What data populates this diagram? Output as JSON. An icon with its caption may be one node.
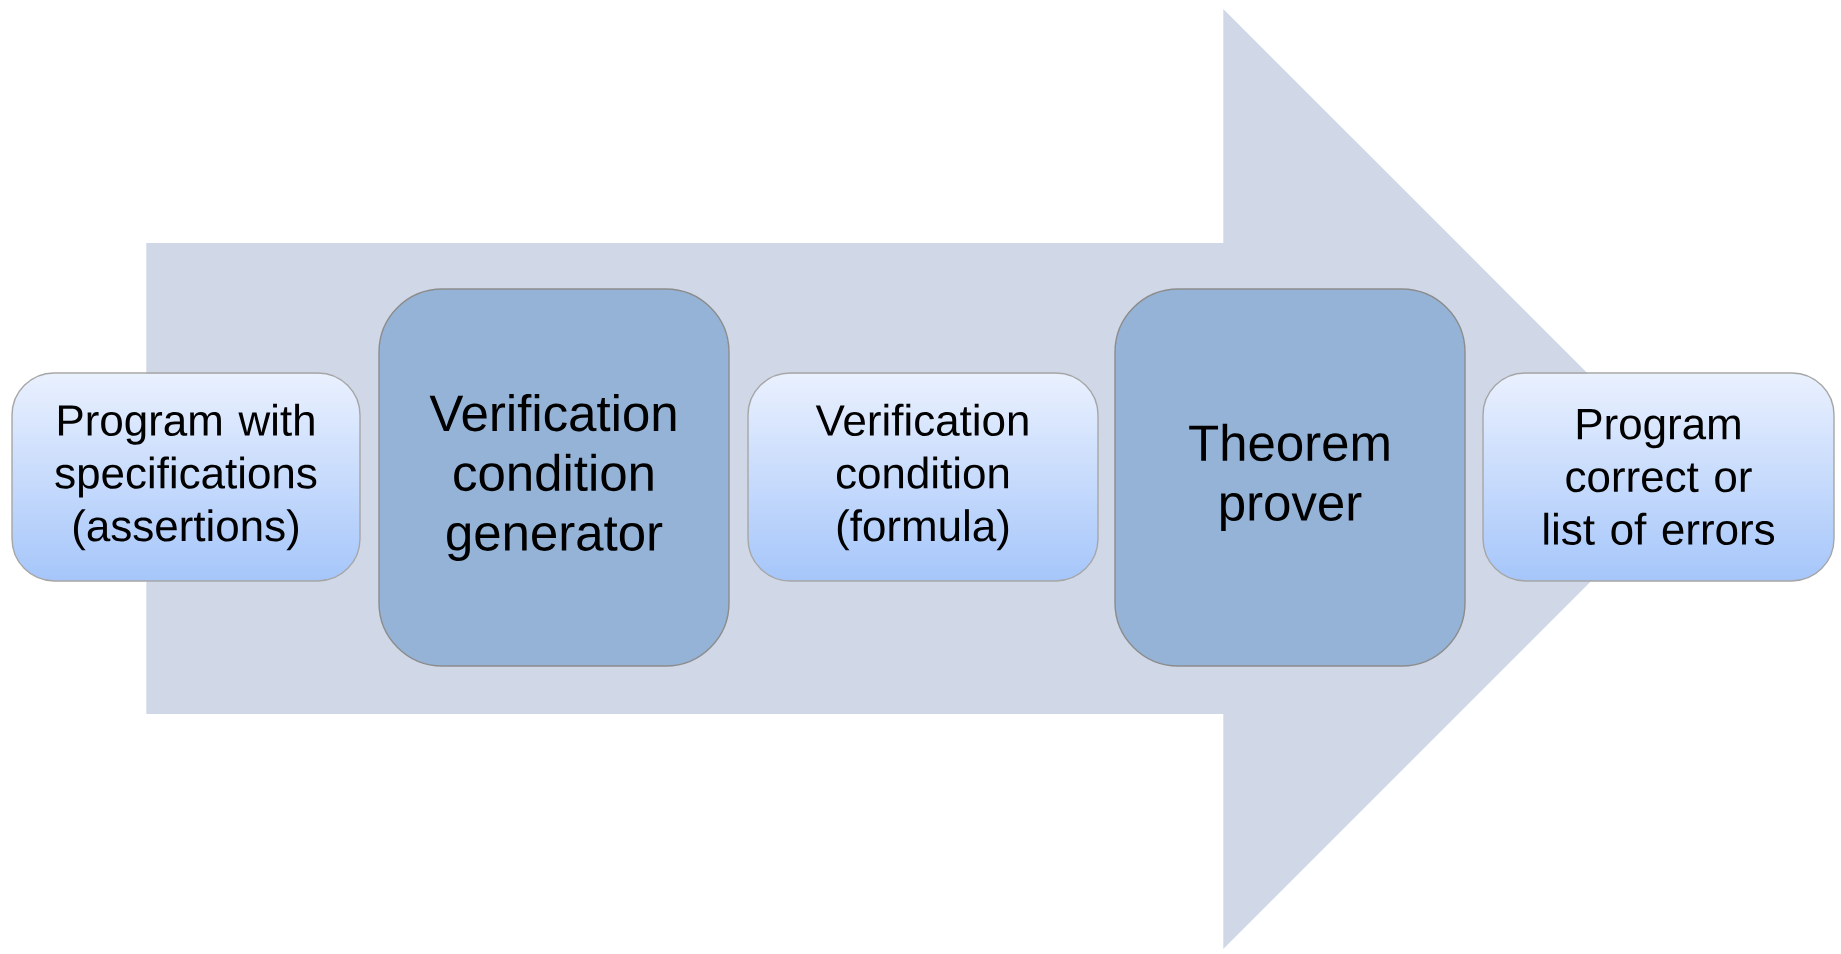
{
  "diagram": {
    "nodes": [
      {
        "text": [
          "Program with specifications (assertions)"
        ]
      },
      {
        "text": [
          "Verification condition generator"
        ]
      },
      {
        "text": [
          "Verification condition (formula)"
        ]
      },
      {
        "text": [
          "Theorem prover"
        ]
      },
      {
        "text": [
          "Program correct or list of errors"
        ]
      }
    ],
    "edges": [
      {
        "from": 0,
        "to": 4,
        "arrow": "to"
      }
    ]
  }
}
